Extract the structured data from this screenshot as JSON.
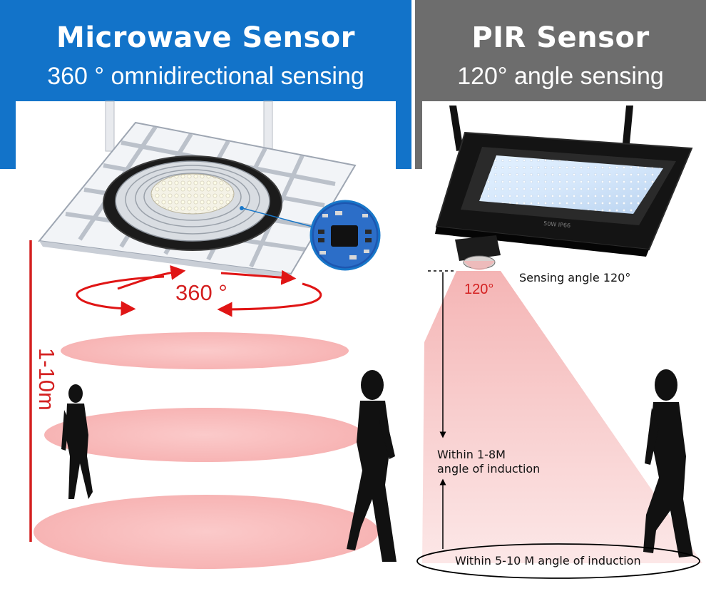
{
  "left_panel": {
    "title": "Microwave Sensor",
    "subtitle": "360 ° omnidirectional sensing",
    "rotation_label": "360 °",
    "range_label": "1-10m",
    "colors": {
      "banner": "#1273c9",
      "accent": "#d42020",
      "zone": "#f8b8b8"
    }
  },
  "right_panel": {
    "title": "PIR Sensor",
    "subtitle": "120° angle sensing",
    "angle_label": "120°",
    "angle_caption": "Sensing angle 120°",
    "range_line1": "Within 1-8M",
    "range_line2": "angle of induction",
    "bottom_caption": "Within 5-10 M angle of induction",
    "fixture_marking": "50W  IP66",
    "colors": {
      "banner": "#6d6d6d",
      "accent": "#d42020",
      "beam": "#f4a7a7"
    }
  }
}
